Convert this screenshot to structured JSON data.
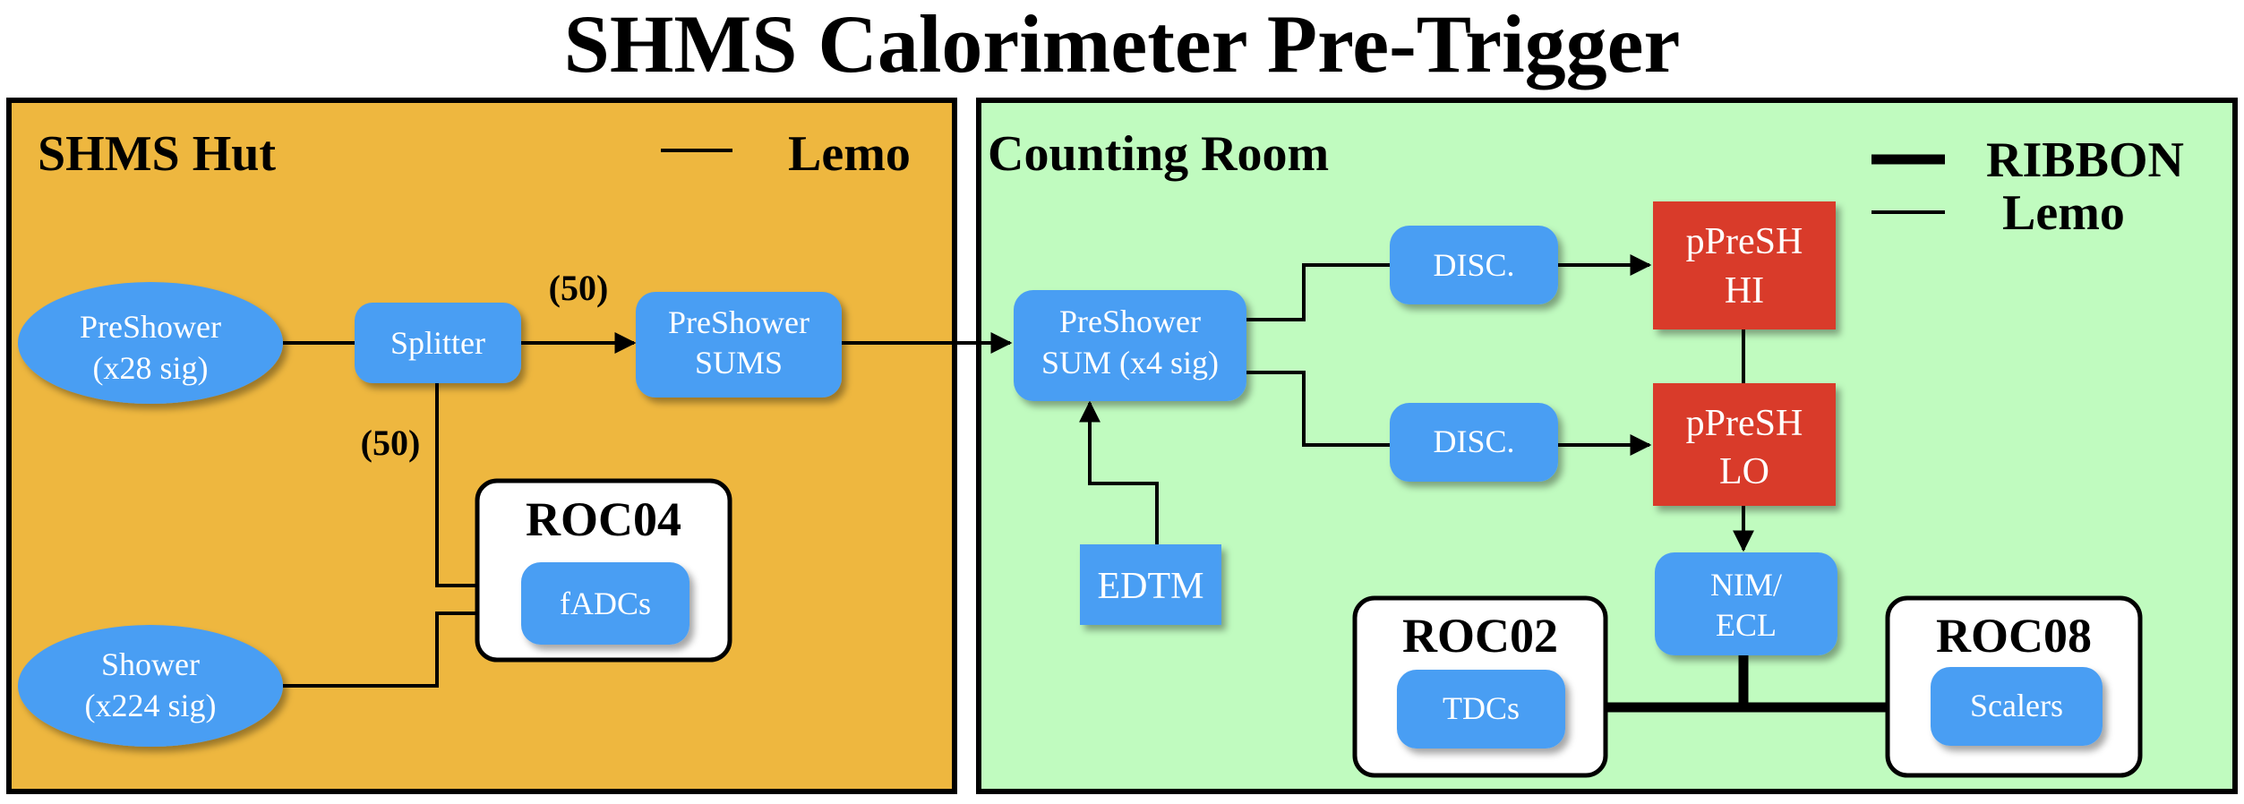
{
  "title": "SHMS Calorimeter Pre-Trigger",
  "colors": {
    "hut_background": "#eeb73f",
    "counting_room_background": "#c0fbbf",
    "node_blue": "#489ef3",
    "node_red": "#d93a2b"
  },
  "hut": {
    "heading": "SHMS Hut",
    "legend_lemo": "Lemo",
    "nodes": {
      "preshower": [
        "PreShower",
        "(x28 sig)"
      ],
      "shower": [
        "Shower",
        "(x224 sig)"
      ],
      "splitter": "Splitter",
      "preshower_sums": [
        "PreShower",
        "SUMS"
      ],
      "fadcs": "fADCs"
    },
    "roc04": "ROC04",
    "label_top": "(50)",
    "label_down": "(50)"
  },
  "counting_room": {
    "heading": "Counting Room",
    "legend_ribbon": "RIBBON",
    "legend_lemo": "Lemo",
    "nodes": {
      "preshower_sum": [
        "PreShower",
        "SUM (x4 sig)"
      ],
      "disc_top": "DISC.",
      "disc_bottom": "DISC.",
      "ppresh_hi": [
        "pPreSH",
        "HI"
      ],
      "ppresh_lo": [
        "pPreSH",
        "LO"
      ],
      "edtm": "EDTM",
      "nim_ecl": [
        "NIM/",
        "ECL"
      ],
      "tdcs": "TDCs",
      "scalers": "Scalers"
    },
    "roc02": "ROC02",
    "roc08": "ROC08"
  }
}
